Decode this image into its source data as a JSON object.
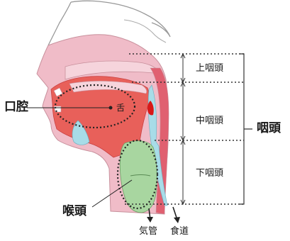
{
  "labels": {
    "oral_cavity": "口腔",
    "tongue": "舌",
    "pharynx": "咽頭",
    "nasopharynx": "上咽頭",
    "oropharynx": "中咽頭",
    "hypopharynx": "下咽頭",
    "larynx": "喉頭",
    "trachea": "気管",
    "esophagus": "食道"
  },
  "colors": {
    "skin": "#f0bcc8",
    "skin_outline": "#c8909c",
    "tissue": "#e8605a",
    "tissue_dark": "#d84848",
    "light_pink": "#f6d4dc",
    "larynx_green": "#a8d6a0",
    "air_blue": "#a8dce8",
    "uvula_red": "#d81818"
  }
}
